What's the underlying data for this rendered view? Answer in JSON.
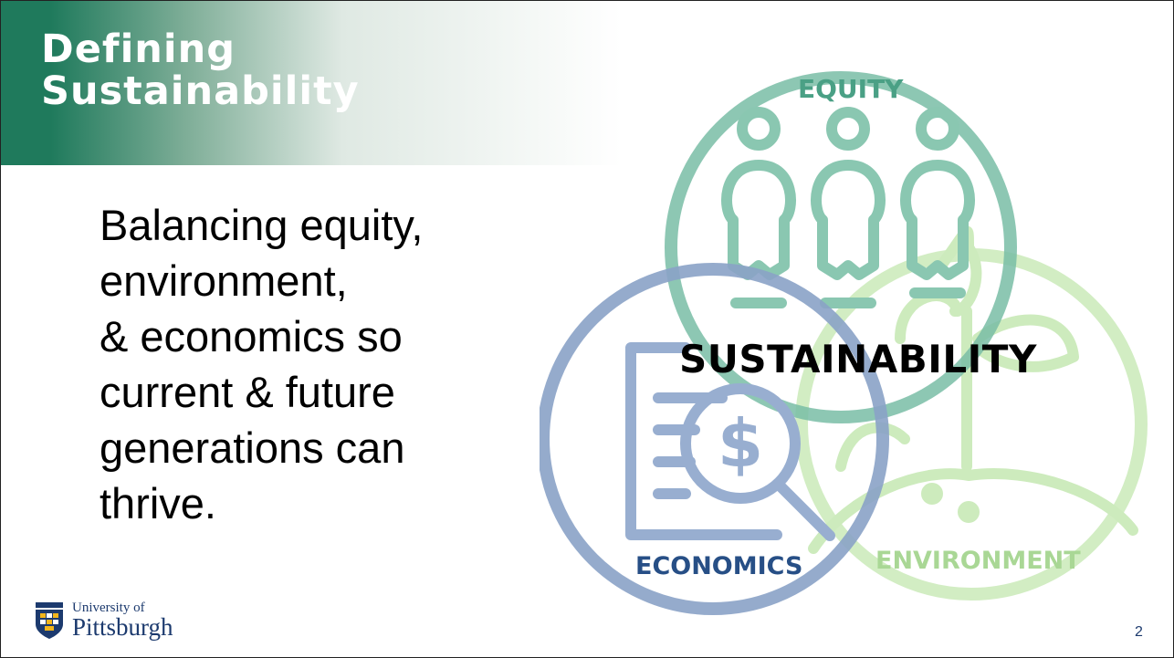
{
  "slide": {
    "title_line1": "Defining",
    "title_line2": "Sustainability",
    "body_lines": [
      "Balancing equity,",
      "environment,",
      "& economics so",
      "current & future",
      "generations can",
      "thrive."
    ],
    "page_number": "2"
  },
  "diagram": {
    "center_label": "SUSTAINABILITY",
    "equity_label": "EQUITY",
    "economics_label": "ECONOMICS",
    "environment_label": "ENVIRONMENT",
    "colors": {
      "equity": "#7cbfa9",
      "economics": "#8ea6c8",
      "environment": "#c9e9b8",
      "title_band": "#1f7a5c"
    },
    "icons": [
      "people-icon",
      "document-magnifier-dollar-icon",
      "plant-icon"
    ]
  },
  "logo": {
    "line1": "University of",
    "line2": "Pittsburgh"
  }
}
